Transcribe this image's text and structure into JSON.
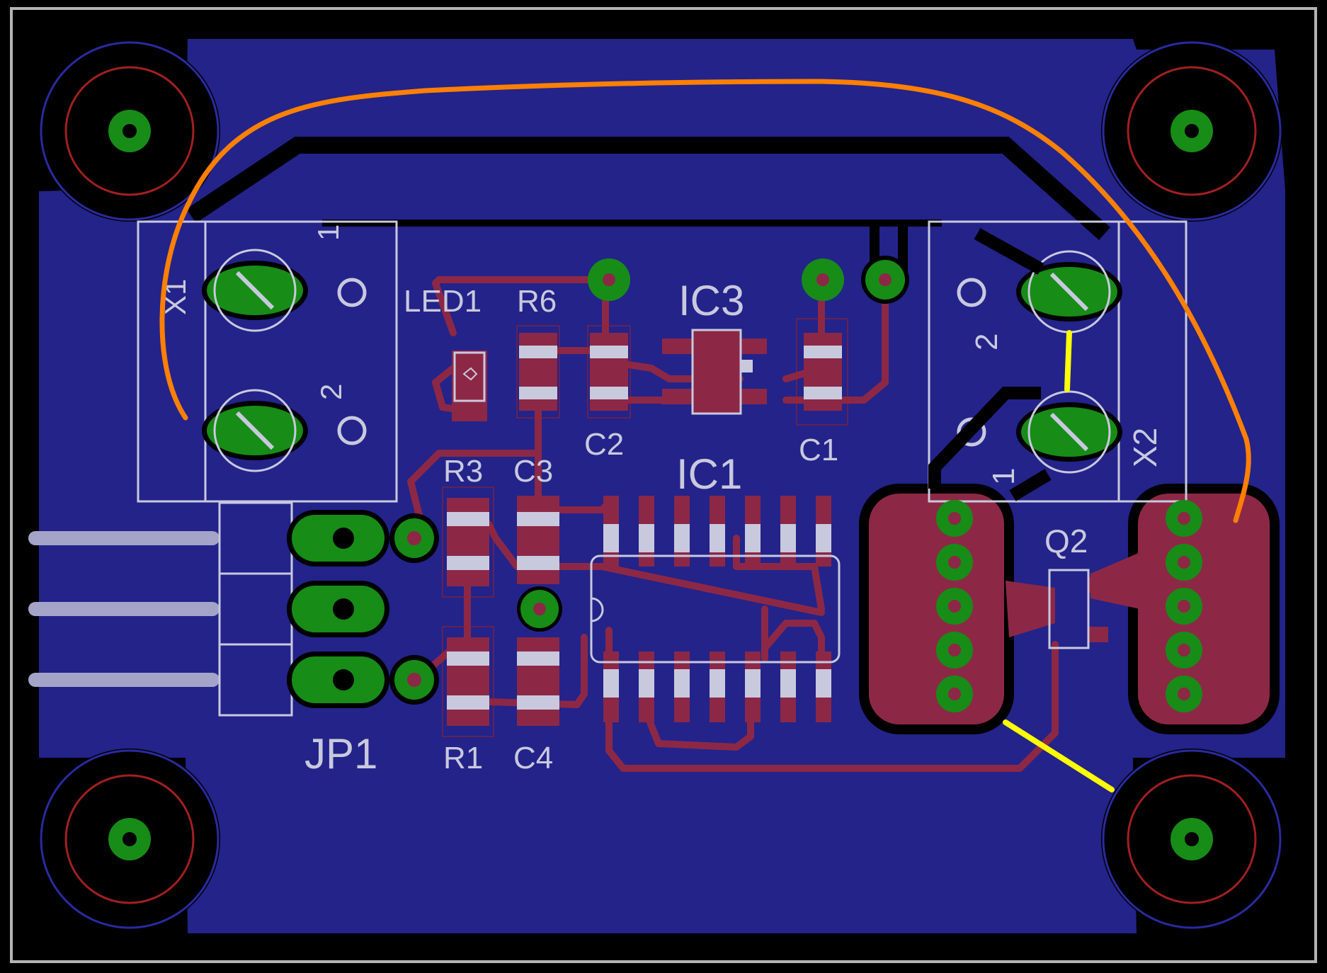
{
  "colors": {
    "background": "#000000",
    "board_outline": "#b4b4b4",
    "copper_pour": "#23238a",
    "isolation": "#000000",
    "copper_trace": "#8c2846",
    "pad_green": "#178c17",
    "pad_hole": "#8c2846",
    "silkscreen": "#c9c9de",
    "hole_ring_blue": "#2a2aa0",
    "hole_ring_red": "#a02020",
    "annotation_orange": "#ff7f00",
    "annotation_yellow": "#ffff00"
  },
  "labels": {
    "x1": "X1",
    "x1_pin1": "1",
    "x1_pin2": "2",
    "led1": "LED1",
    "r6": "R6",
    "ic3": "IC3",
    "c2": "C2",
    "c1": "C1",
    "x2": "X2",
    "x2_pin1": "1",
    "x2_pin2": "2",
    "r3": "R3",
    "c3": "C3",
    "ic1": "IC1",
    "q2": "Q2",
    "jp1": "JP1",
    "r1": "R1",
    "c4": "C4"
  }
}
